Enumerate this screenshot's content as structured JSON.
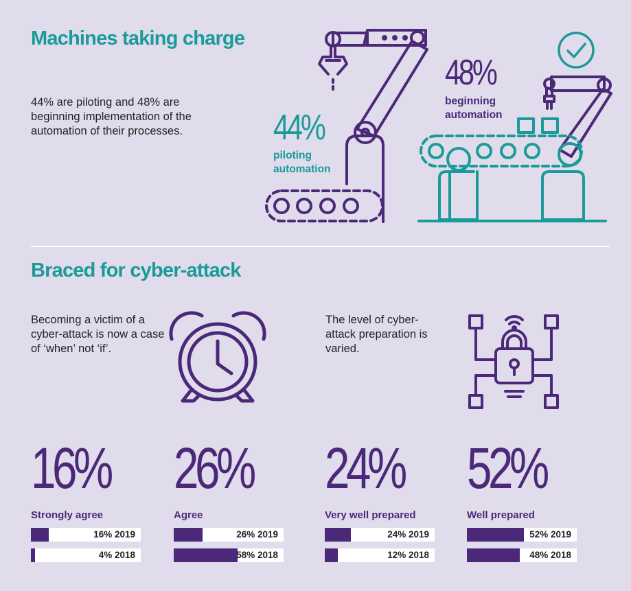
{
  "section1": {
    "title": "Machines taking charge",
    "body": "44% are piloting and 48% are beginning implementation of the automation of their processes.",
    "left_pct": "44%",
    "left_label_1": "piloting",
    "left_label_2": "automation",
    "right_pct": "48%",
    "right_label_1": "beginning",
    "right_label_2": "automation"
  },
  "section2": {
    "title": "Braced for cyber-attack",
    "left_text": "Becoming a victim of a cyber-attack is now a case of ‘when’ not ‘if’.",
    "right_text": "The level of cyber-attack preparation is varied."
  },
  "stats": [
    {
      "big": "16%",
      "label": "Strongly agree",
      "bars": [
        {
          "text": "16% 2019",
          "value": 0.16
        },
        {
          "text": "4% 2018",
          "value": 0.04
        }
      ]
    },
    {
      "big": "26%",
      "label": "Agree",
      "bars": [
        {
          "text": "26% 2019",
          "value": 0.26
        },
        {
          "text": "58% 2018",
          "value": 0.58
        }
      ]
    },
    {
      "big": "24%",
      "label": "Very well prepared",
      "bars": [
        {
          "text": "24% 2019",
          "value": 0.24
        },
        {
          "text": "12% 2018",
          "value": 0.12
        }
      ]
    },
    {
      "big": "52%",
      "label": "Well prepared",
      "bars": [
        {
          "text": "52% 2019",
          "value": 0.52
        },
        {
          "text": "48% 2018",
          "value": 0.48
        }
      ]
    }
  ],
  "colors": {
    "teal": "#1a9a99",
    "purple": "#4b2878",
    "background": "#e0dcec"
  },
  "icons": [
    "robot-arm-icon",
    "conveyor-belt-icon",
    "checkmark-circle-icon",
    "alarm-clock-icon",
    "network-lock-icon"
  ]
}
